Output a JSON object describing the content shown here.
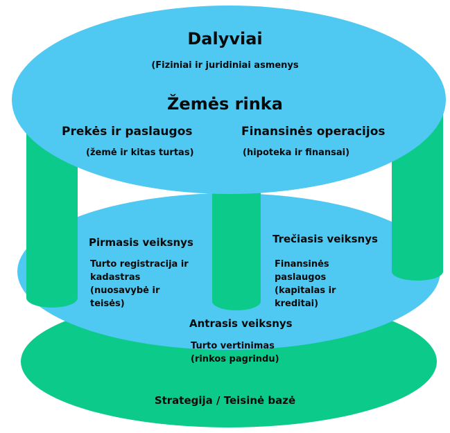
{
  "colors": {
    "blue": "#4fc8f2",
    "green": "#0ccb8a",
    "text": "#0a0a0a",
    "background": "#ffffff"
  },
  "top": {
    "title": "Dalyviai",
    "subtitle": "(Fiziniai ir juridiniai asmenys",
    "market": "Žemės rinka",
    "goods": {
      "title": "Prekės ir paslaugos",
      "note": "(žemė ir kitas turtas)"
    },
    "finance": {
      "title": "Finansinės operacijos",
      "note": "(hipoteka ir finansai)"
    }
  },
  "middle": {
    "first": {
      "title": "Pirmasis veiksnys",
      "text": "Turto registracija ir kadastras (nuosavybė ir teisės)"
    },
    "third": {
      "title": "Trečiasis veiksnys",
      "text": "Finansinės paslaugos (kapitalas ir kreditai)"
    },
    "second": {
      "title": "Antrasis veiksnys",
      "text": "Turto vertinimas (rinkos pagrindu)"
    }
  },
  "base": {
    "label": "Strategija / Teisinė bazė"
  }
}
